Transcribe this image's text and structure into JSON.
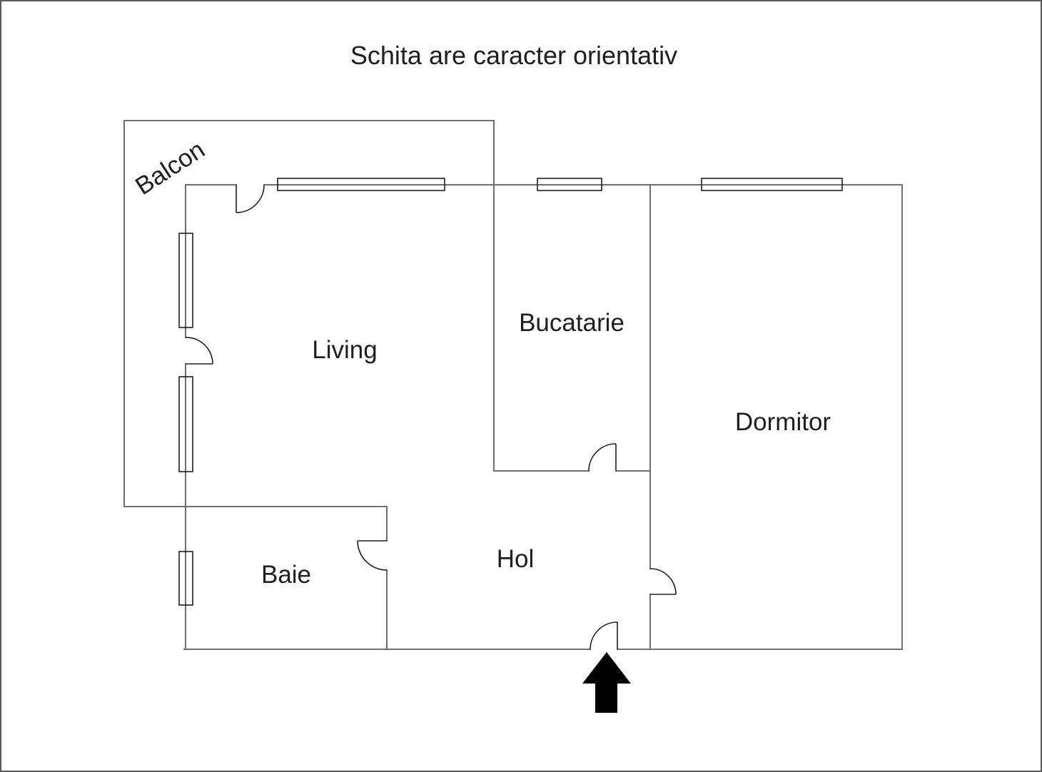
{
  "title": "Schita are caracter orientativ",
  "rooms": {
    "balcon": {
      "label": "Balcon"
    },
    "living": {
      "label": "Living"
    },
    "bucatarie": {
      "label": "Bucatarie"
    },
    "dormitor": {
      "label": "Dormitor"
    },
    "baie": {
      "label": "Baie"
    },
    "hol": {
      "label": "Hol"
    }
  },
  "icons": {
    "entrance_arrow": "up-arrow"
  },
  "colors": {
    "background": "#ffffff",
    "wall": "#6f6f6f",
    "detail": "#1f1f1f",
    "text": "#1f1f1f",
    "arrow": "#000000",
    "frame": "#5a5a5a"
  }
}
